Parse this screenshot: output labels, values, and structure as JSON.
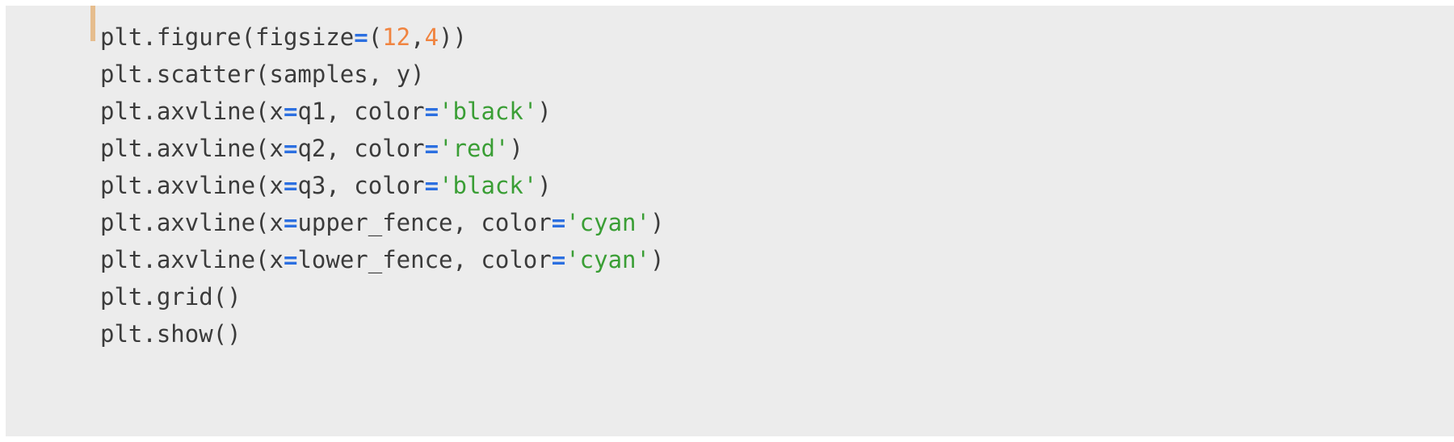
{
  "page": {
    "background_color": "#ffffff",
    "code_block_background": "#ececec",
    "caret_bar_color": "#e6bd8e"
  },
  "syntax_colors": {
    "plain": "#3b3b3b",
    "operator": "#2b6fe0",
    "number": "#f08440",
    "string": "#3a9e35"
  },
  "code": {
    "language": "python",
    "lines": [
      {
        "plain_text": "plt.figure(figsize=(12,4))",
        "tokens": [
          {
            "t": "plt.figure(figsize",
            "k": "plain"
          },
          {
            "t": "=",
            "k": "op"
          },
          {
            "t": "(",
            "k": "plain"
          },
          {
            "t": "12",
            "k": "num"
          },
          {
            "t": ",",
            "k": "plain"
          },
          {
            "t": "4",
            "k": "num"
          },
          {
            "t": "))",
            "k": "plain"
          }
        ]
      },
      {
        "plain_text": "plt.scatter(samples, y)",
        "tokens": [
          {
            "t": "plt.scatter(samples, y)",
            "k": "plain"
          }
        ]
      },
      {
        "plain_text": "plt.axvline(x=q1, color='black')",
        "tokens": [
          {
            "t": "plt.axvline(x",
            "k": "plain"
          },
          {
            "t": "=",
            "k": "op"
          },
          {
            "t": "q1, color",
            "k": "plain"
          },
          {
            "t": "=",
            "k": "op"
          },
          {
            "t": "'black'",
            "k": "str"
          },
          {
            "t": ")",
            "k": "plain"
          }
        ]
      },
      {
        "plain_text": "plt.axvline(x=q2, color='red')",
        "tokens": [
          {
            "t": "plt.axvline(x",
            "k": "plain"
          },
          {
            "t": "=",
            "k": "op"
          },
          {
            "t": "q2, color",
            "k": "plain"
          },
          {
            "t": "=",
            "k": "op"
          },
          {
            "t": "'red'",
            "k": "str"
          },
          {
            "t": ")",
            "k": "plain"
          }
        ]
      },
      {
        "plain_text": "plt.axvline(x=q3, color='black')",
        "tokens": [
          {
            "t": "plt.axvline(x",
            "k": "plain"
          },
          {
            "t": "=",
            "k": "op"
          },
          {
            "t": "q3, color",
            "k": "plain"
          },
          {
            "t": "=",
            "k": "op"
          },
          {
            "t": "'black'",
            "k": "str"
          },
          {
            "t": ")",
            "k": "plain"
          }
        ]
      },
      {
        "plain_text": "plt.axvline(x=upper_fence, color='cyan')",
        "tokens": [
          {
            "t": "plt.axvline(x",
            "k": "plain"
          },
          {
            "t": "=",
            "k": "op"
          },
          {
            "t": "upper_fence, color",
            "k": "plain"
          },
          {
            "t": "=",
            "k": "op"
          },
          {
            "t": "'cyan'",
            "k": "str"
          },
          {
            "t": ")",
            "k": "plain"
          }
        ]
      },
      {
        "plain_text": "plt.axvline(x=lower_fence, color='cyan')",
        "tokens": [
          {
            "t": "plt.axvline(x",
            "k": "plain"
          },
          {
            "t": "=",
            "k": "op"
          },
          {
            "t": "lower_fence, color",
            "k": "plain"
          },
          {
            "t": "=",
            "k": "op"
          },
          {
            "t": "'cyan'",
            "k": "str"
          },
          {
            "t": ")",
            "k": "plain"
          }
        ]
      },
      {
        "plain_text": "plt.grid()",
        "tokens": [
          {
            "t": "plt.grid()",
            "k": "plain"
          }
        ]
      },
      {
        "plain_text": "plt.show()",
        "tokens": [
          {
            "t": "plt.show()",
            "k": "plain"
          }
        ]
      }
    ]
  }
}
